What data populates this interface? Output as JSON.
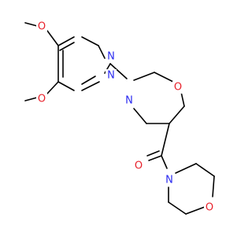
{
  "molecule": {
    "atoms": {
      "o_methoxy_top": "O",
      "o_methoxy_bottom": "O",
      "n_pyrimidine_upper": "N",
      "n_pyrimidine_lower": "N",
      "n_morpholine_core": "N",
      "o_morpholine_core": "O",
      "o_carbonyl": "O",
      "n_morpholine_amide": "N",
      "o_morpholine_amide": "O"
    },
    "colors": {
      "nitrogen": "#2b2bf0",
      "oxygen": "#e8202a",
      "bond": "#000000"
    }
  }
}
